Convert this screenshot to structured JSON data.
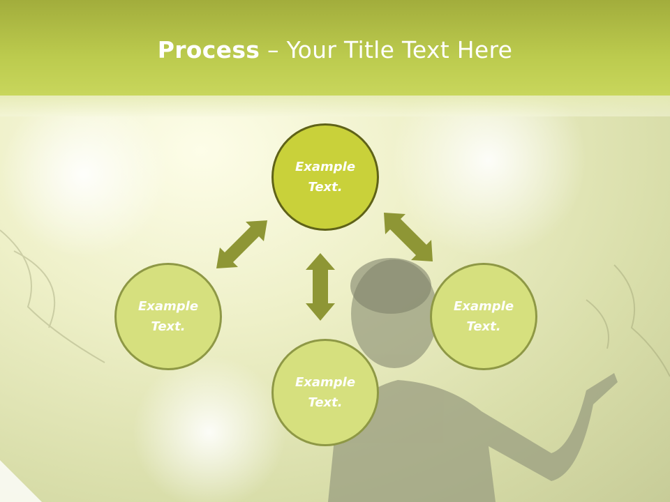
{
  "title": {
    "bold": "Process",
    "rest": " – Your Title Text Here"
  },
  "nodes": {
    "top": "Example\nText.",
    "left": "Example\nText.",
    "right": "Example\nText.",
    "bottom": "Example\nText."
  },
  "colors": {
    "header": "#bccb4e",
    "top_node_fill": "#c9d13a",
    "side_node_fill": "#d6e07e",
    "arrow": "#8e9635"
  }
}
